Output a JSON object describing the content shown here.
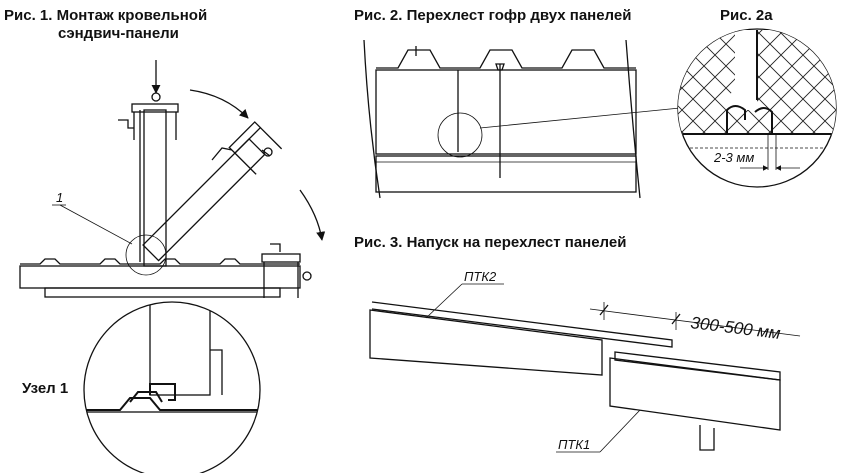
{
  "figures": {
    "fig1": {
      "title_line1": "Рис. 1. Монтаж кровельной",
      "title_line2": "сэндвич-панели",
      "callout": "1",
      "node_label": "Узел 1"
    },
    "fig2": {
      "title": "Рис. 2. Перехлест гофр двух панелей"
    },
    "fig2a": {
      "title": "Рис. 2а",
      "dimension": "2-3 мм"
    },
    "fig3": {
      "title": "Рис. 3. Напуск на перехлест панелей",
      "upper_panel": "ПТК2",
      "lower_panel": "ПТК1",
      "overlap": "300-500 мм"
    }
  },
  "colors": {
    "ink": "#111111",
    "background": "#ffffff"
  }
}
